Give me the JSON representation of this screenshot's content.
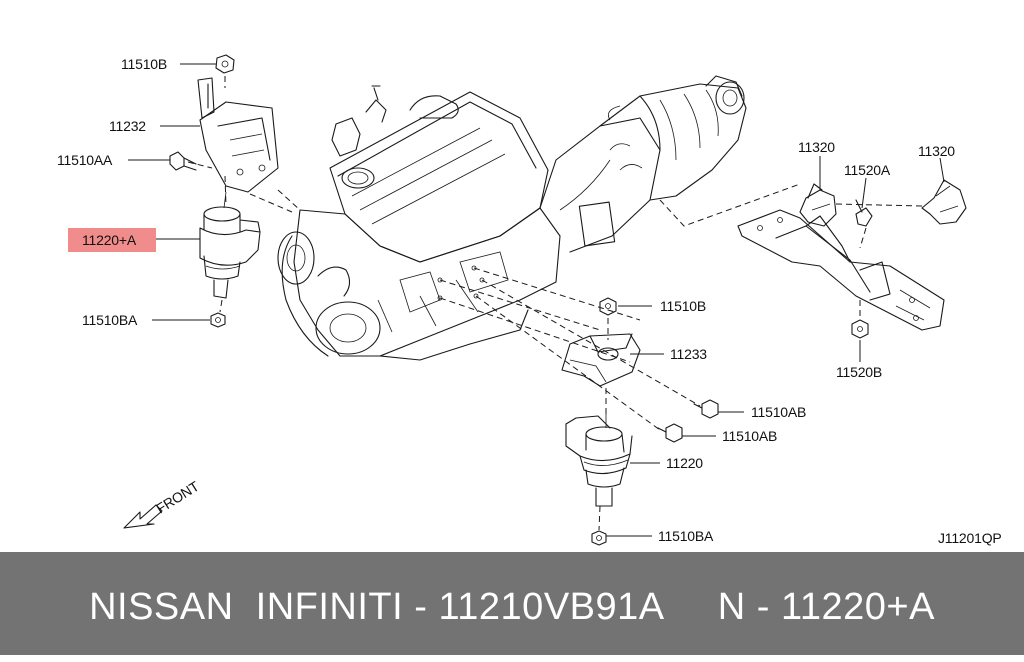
{
  "diagram": {
    "labels": {
      "l_11510B_top": "11510B",
      "l_11232": "11232",
      "l_11510AA": "11510AA",
      "l_11220A": "11220+A",
      "l_11510BA_left": "11510BA",
      "l_11320_a": "11320",
      "l_11520A": "11520A",
      "l_11320_b": "11320",
      "l_11520B": "11520B",
      "l_11510B_mid": "11510B",
      "l_11233": "11233",
      "l_11510AB_1": "11510AB",
      "l_11510AB_2": "11510AB",
      "l_11220": "11220",
      "l_11510BA_bottom": "11510BA",
      "front": "FRONT",
      "code": "J11201QP"
    },
    "highlight_color": "#f08c8c"
  },
  "footer": {
    "text": "NISSAN  INFINITI - 11210VB91A     N - 11220+A",
    "background": "#737373",
    "text_color": "#ffffff"
  }
}
